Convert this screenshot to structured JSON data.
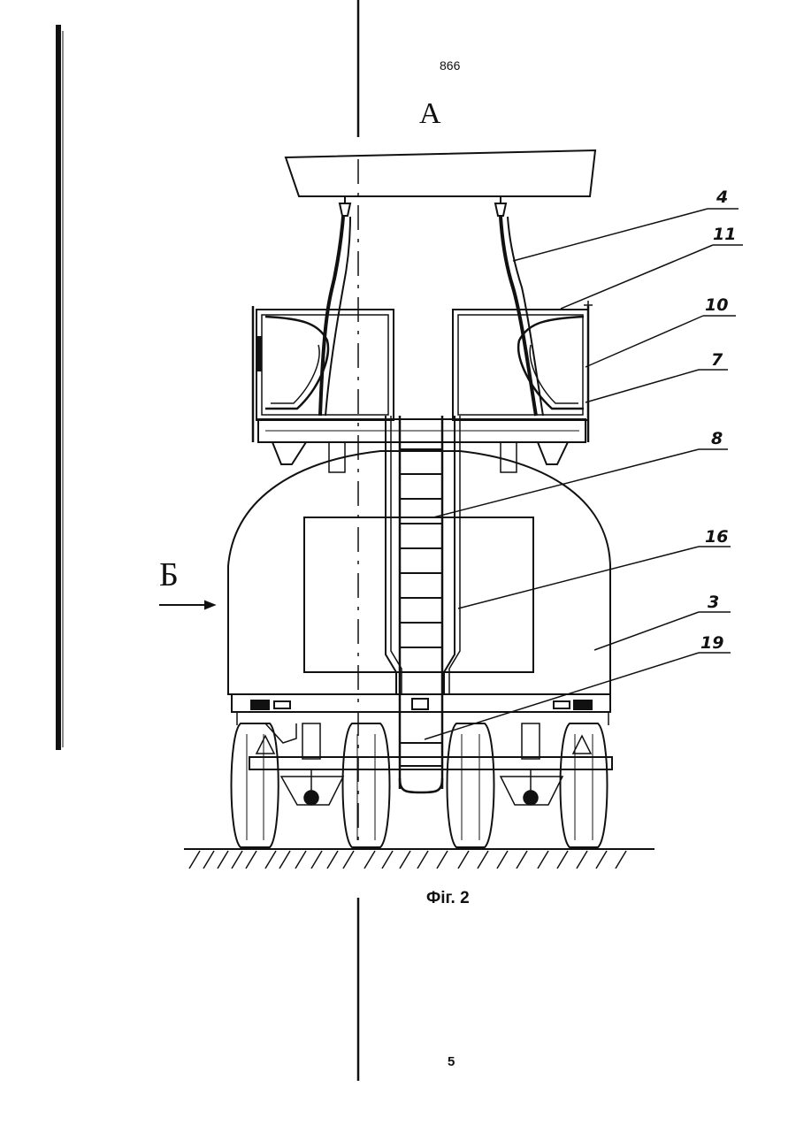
{
  "page_number_top": "866",
  "view_label_a": "А",
  "view_label_b": "Б",
  "figure_caption": "Фіг. 2",
  "page_footer_number": "5",
  "callouts": [
    "4",
    "11",
    "10",
    "7",
    "8",
    "16",
    "3",
    "19"
  ],
  "colors": {
    "ink": "#111111",
    "paper": "#ffffff"
  }
}
